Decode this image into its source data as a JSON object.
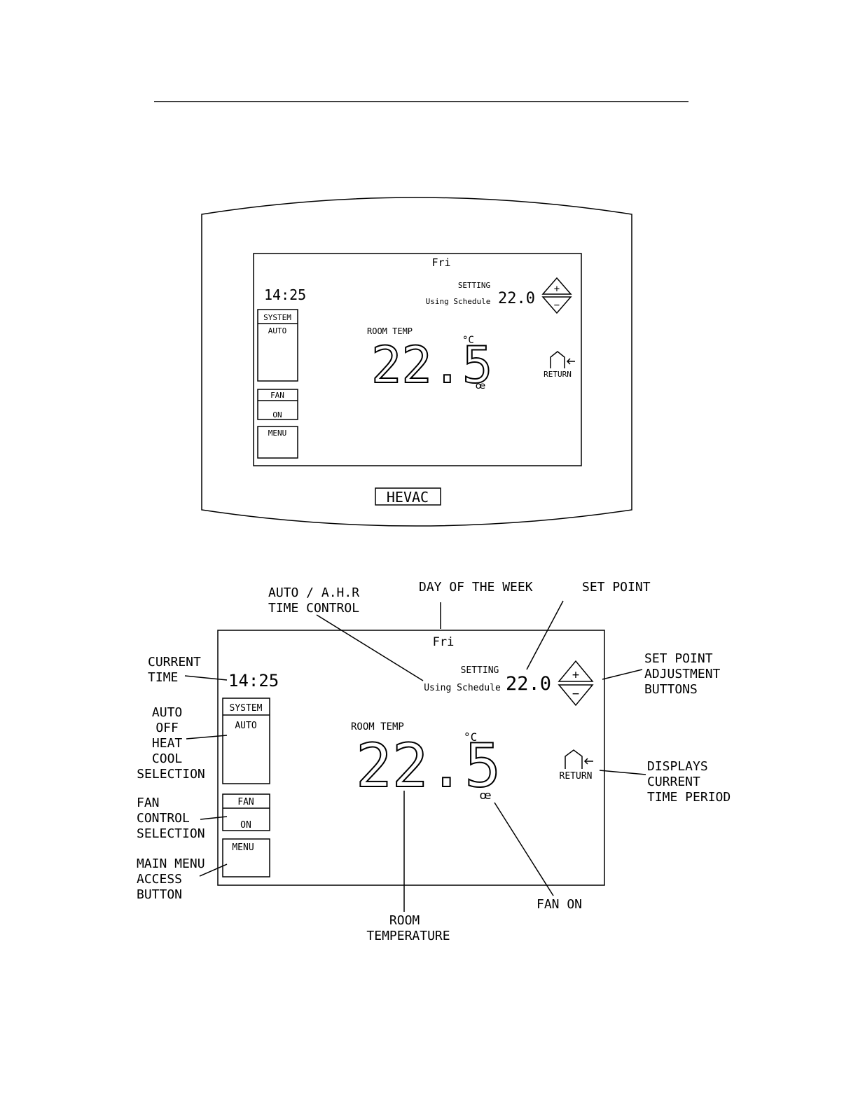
{
  "screen": {
    "day": "Fri",
    "time": "14:25",
    "setting_label": "SETTING",
    "schedule_label": "Using Schedule",
    "setpoint": "22.0",
    "room_temp_label": "ROOM TEMP",
    "room_temp": "22.5",
    "unit": "°C",
    "return_label": "RETURN",
    "system_label": "SYSTEM",
    "system_mode": "AUTO",
    "fan_label": "FAN",
    "fan_mode": "ON",
    "menu_label": "MENU",
    "plus": "+",
    "minus": "−"
  },
  "device": {
    "brand": "HEVAC"
  },
  "callouts": {
    "auto_ahr": [
      "AUTO / A.H.R",
      "TIME CONTROL"
    ],
    "day_of_week": "DAY OF THE WEEK",
    "set_point": "SET POINT",
    "current_time": [
      "CURRENT",
      "TIME"
    ],
    "set_point_adjust": [
      "SET POINT",
      "ADJUSTMENT",
      "BUTTONS"
    ],
    "system_selection": [
      "AUTO",
      "OFF",
      "HEAT",
      "COOL",
      "SELECTION"
    ],
    "displays_period": [
      "DISPLAYS",
      "CURRENT",
      "TIME PERIOD"
    ],
    "fan_selection": [
      "FAN",
      "CONTROL",
      "SELECTION"
    ],
    "main_menu": [
      "MAIN MENU",
      "ACCESS",
      "BUTTON"
    ],
    "fan_on": "FAN ON",
    "room_temperature": [
      "ROOM",
      "TEMPERATURE"
    ]
  }
}
